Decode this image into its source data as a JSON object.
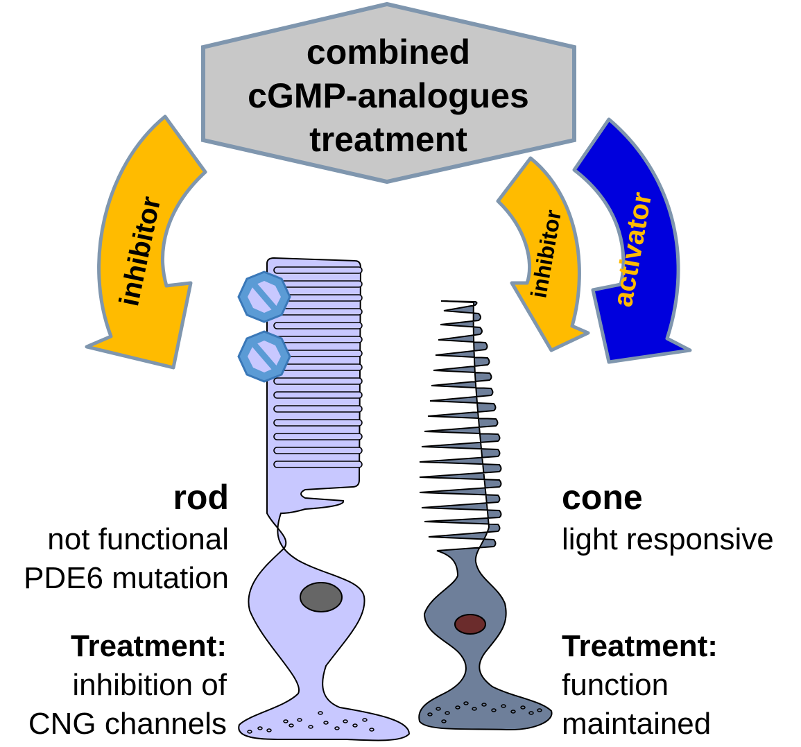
{
  "header": {
    "line1": "combined",
    "line2": "cGMP-analogues",
    "line3": "treatment"
  },
  "arrows": {
    "left_inhibitor": "inhibitor",
    "right_inhibitor": "inhibitor",
    "right_activator": "activator"
  },
  "rod": {
    "title": "rod",
    "status_line1": "not functional",
    "status_line2": "PDE6 mutation",
    "treatment_heading": "Treatment:",
    "treatment_line1": "inhibition of",
    "treatment_line2": "CNG channels"
  },
  "cone": {
    "title": "cone",
    "status_line1": "light responsive",
    "treatment_heading": "Treatment:",
    "treatment_line1": "function",
    "treatment_line2": "maintained"
  },
  "colors": {
    "hexagon_fill": "#c8c8c8",
    "hexagon_border": "#7f96ae",
    "inhibitor_arrow": "#ffbb00",
    "activator_arrow": "#0000dd",
    "activator_text": "#ffbb00",
    "rod_fill": "#c8c8ff",
    "cone_fill": "#6e7f9a",
    "block_icon": "#5b9bd5",
    "rod_nucleus": "#666666",
    "cone_nucleus": "#6b2c2c"
  },
  "icons": [
    "block-icon",
    "block-icon"
  ]
}
